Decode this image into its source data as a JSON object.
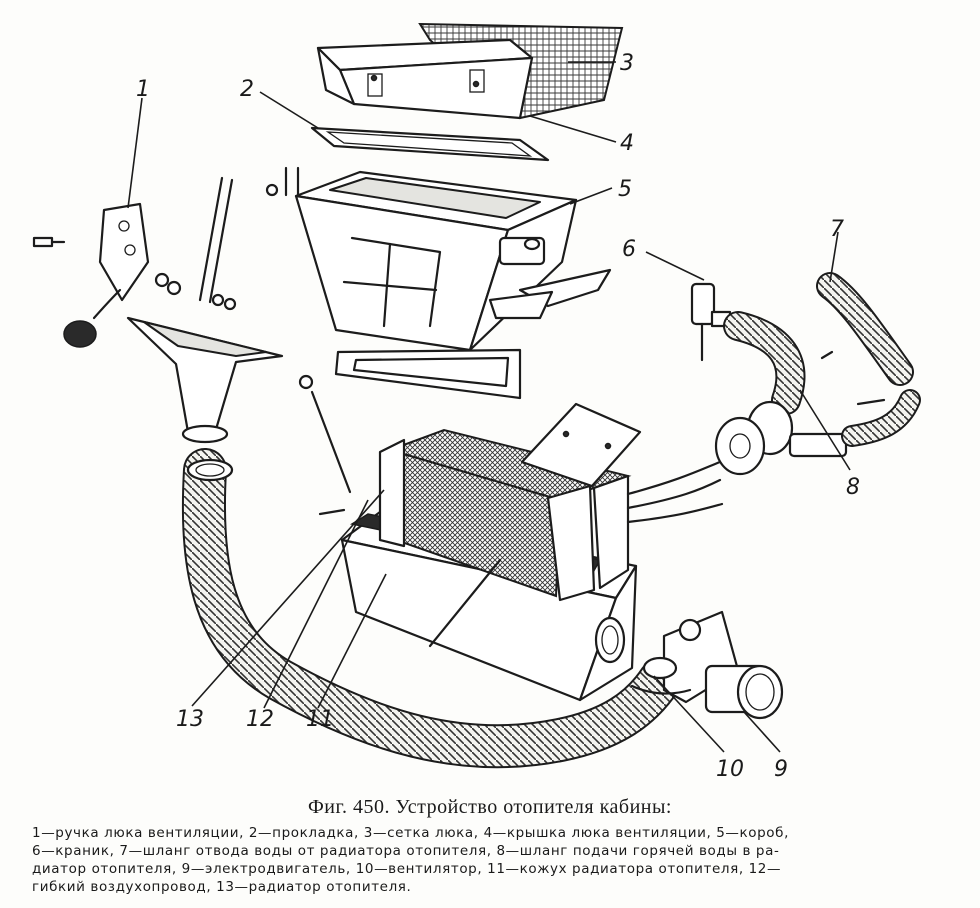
{
  "callouts": {
    "c1": "1",
    "c2": "2",
    "c3": "3",
    "c4": "4",
    "c5": "5",
    "c6": "6",
    "c7": "7",
    "c8": "8",
    "c9": "9",
    "c10": "10",
    "c11": "11",
    "c12": "12",
    "c13": "13"
  },
  "caption": {
    "title": "Фиг. 450. Устройство отопителя кабины:",
    "lines": [
      "1—ручка люка вентиляции, 2—прокладка, 3—сетка люка, 4—крышка люка вентиляции, 5—короб,",
      "6—краник, 7—шланг отвода воды от радиатора отопителя, 8—шланг подачи горячей воды в ра-",
      "диатор отопителя, 9—электродвигатель, 10—вентилятор, 11—кожух радиатора отопителя, 12—",
      "гибкий воздухопровод, 13—радиатор отопителя."
    ]
  }
}
